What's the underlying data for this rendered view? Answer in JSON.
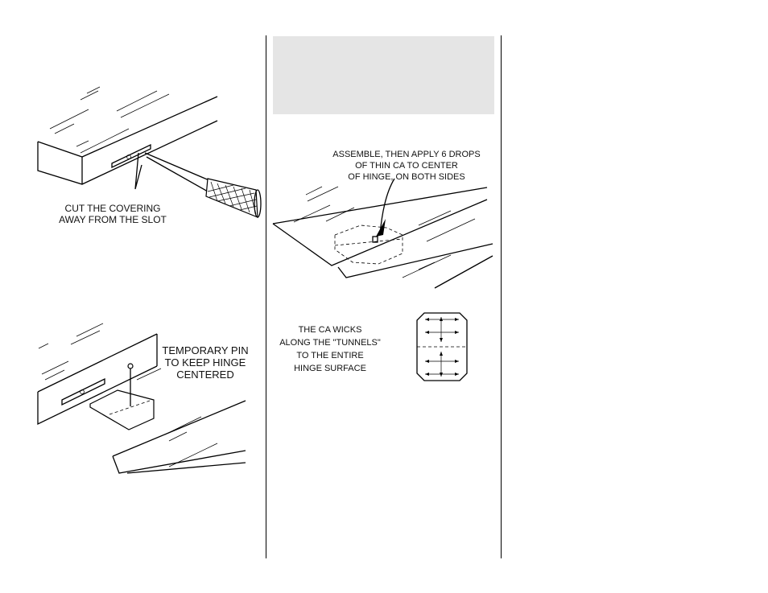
{
  "figures": {
    "cut_covering": {
      "caption": "CUT THE COVERING\nAWAY FROM THE SLOT"
    },
    "temporary_pin": {
      "caption": "TEMPORARY PIN\nTO KEEP HINGE\nCENTERED"
    },
    "assemble": {
      "caption": "ASSEMBLE, THEN APPLY 6 DROPS\nOF THIN CA TO CENTER\nOF HINGE, ON BOTH SIDES"
    },
    "ca_wicks": {
      "caption": "THE CA WICKS\nALONG THE \"TUNNELS\"\nTO THE ENTIRE\nHINGE SURFACE"
    }
  }
}
